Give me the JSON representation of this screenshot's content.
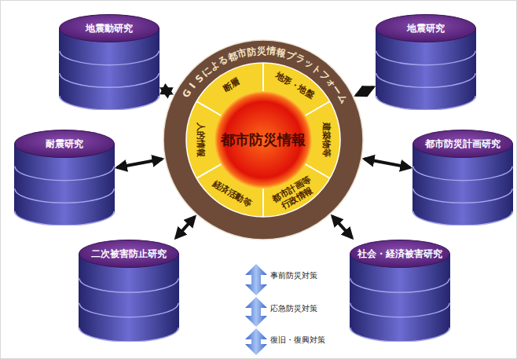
{
  "diagram": {
    "nodes": [
      {
        "text": [
          "地震動研究"
        ]
      },
      {
        "text": [
          "地震研究"
        ]
      },
      {
        "text": [
          "GISによる都市防災情報プラットフォーム"
        ]
      },
      {
        "text": [
          "断層"
        ],
        "in": 2
      },
      {
        "text": [
          "地形・地盤"
        ],
        "in": 2
      },
      {
        "text": [
          "建築物等"
        ],
        "in": 2
      },
      {
        "text": [
          "都市計画等行政情報"
        ],
        "in": 2
      },
      {
        "text": [
          "経済活動等"
        ],
        "in": 2
      },
      {
        "text": [
          "人的情報"
        ],
        "in": 2
      },
      {
        "text": [
          "都市防災情報"
        ],
        "in": 2
      },
      {
        "text": [
          "耐震研究"
        ]
      },
      {
        "text": [
          "都市防災計画研究"
        ]
      },
      {
        "text": [
          "二次被害防止研究"
        ]
      },
      {
        "text": [
          "社会・経済被害研究"
        ]
      }
    ],
    "edges": [
      {
        "from": 0,
        "to": 2,
        "arrow": "both"
      },
      {
        "from": 1,
        "to": 2,
        "arrow": "both"
      },
      {
        "from": 10,
        "to": 2,
        "arrow": "both"
      },
      {
        "from": 11,
        "to": 2,
        "arrow": "both"
      },
      {
        "from": 12,
        "to": 2,
        "arrow": "both"
      },
      {
        "from": 13,
        "to": 2,
        "arrow": "both"
      }
    ],
    "labels": [
      "事前防災対策",
      "応急防災対策",
      "復旧・復興対策"
    ]
  }
}
